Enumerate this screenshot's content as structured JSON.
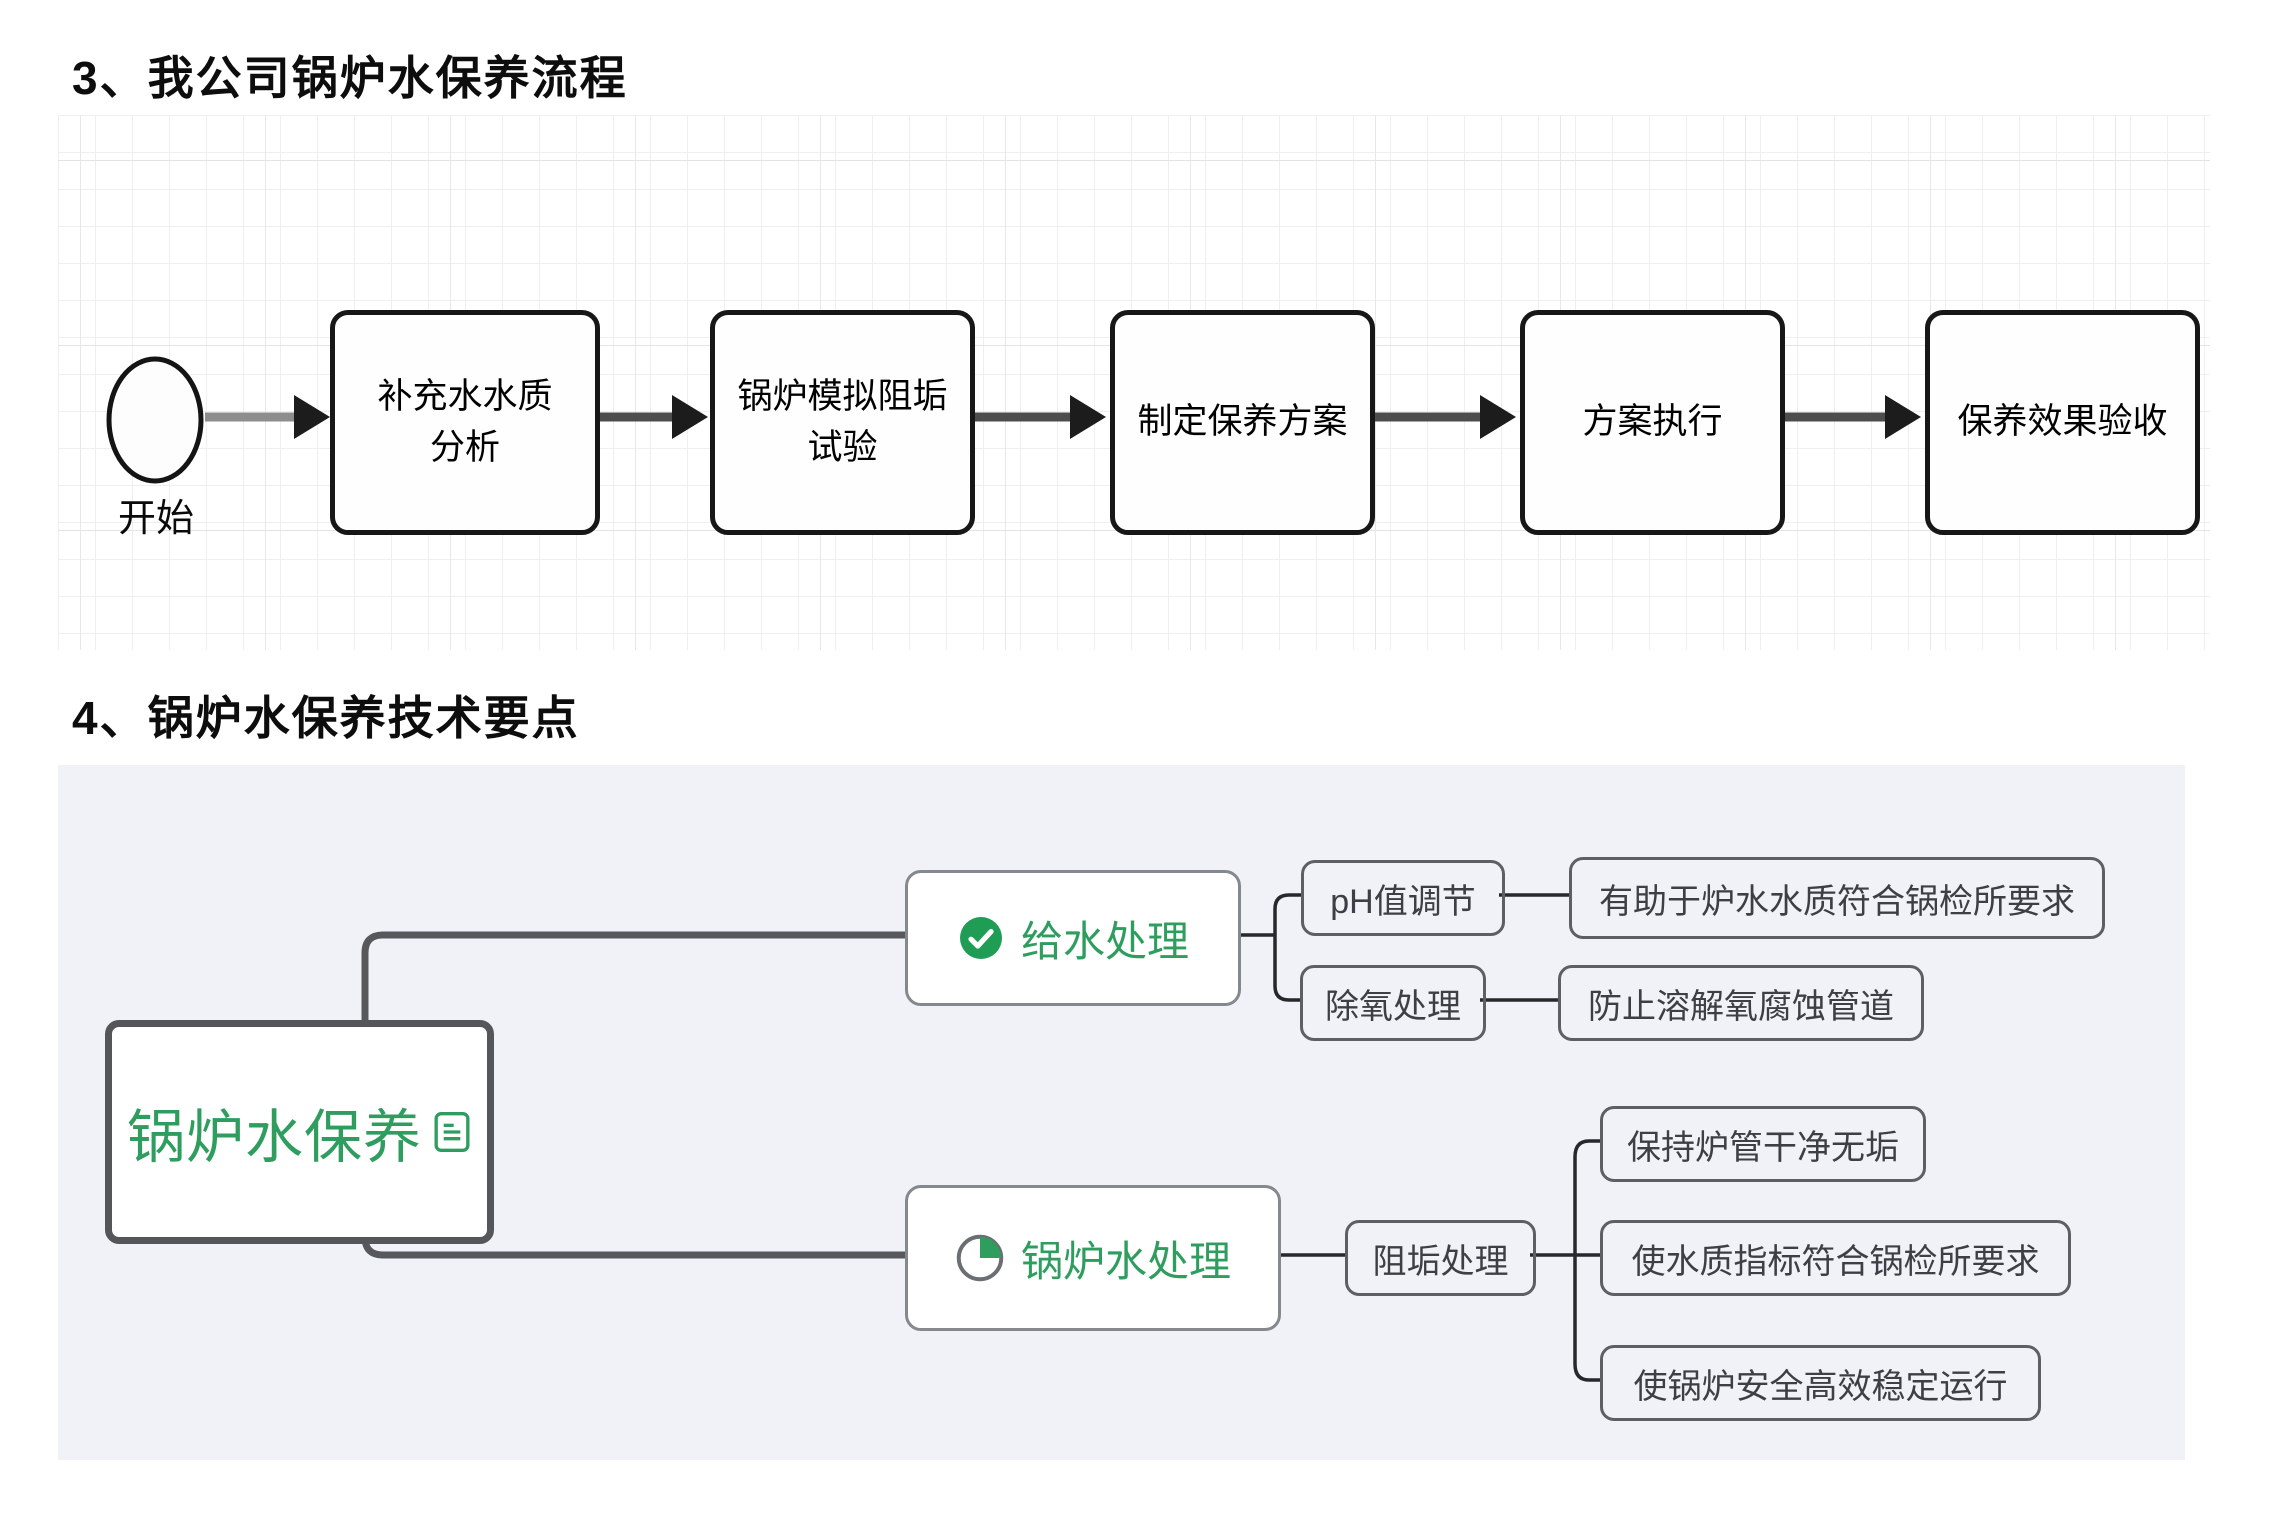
{
  "sections": {
    "flow": {
      "title": "3、我公司锅炉水保养流程",
      "start_label": "开始",
      "steps": [
        "补充水水质\n分析",
        "锅炉模拟阻垢\n试验",
        "制定保养方案",
        "方案执行",
        "保养效果验收"
      ]
    },
    "mindmap": {
      "title": "4、锅炉水保养技术要点",
      "root": "锅炉水保养",
      "root_icon": "note-icon",
      "branch1": {
        "label": "给水处理",
        "icon": "check-circle-icon",
        "child1": {
          "label": "pH值调节",
          "detail": "有助于炉水水质符合锅检所要求"
        },
        "child2": {
          "label": "除氧处理",
          "detail": "防止溶解氧腐蚀管道"
        }
      },
      "branch2": {
        "label": "锅炉水处理",
        "icon": "pie-progress-icon",
        "child1": {
          "label": "阻垢处理",
          "details": [
            "保持炉管干净无垢",
            "使水质指标符合锅检所要求",
            "使锅炉安全高效稳定运行"
          ]
        }
      }
    },
    "colors": {
      "accent_green": "#2e9d5e",
      "mindmap_panel_bg": "#f1f1f8",
      "root_border": "#55565a",
      "flow_stroke": "#171717",
      "arrow_color": "#4d4d4d"
    }
  }
}
